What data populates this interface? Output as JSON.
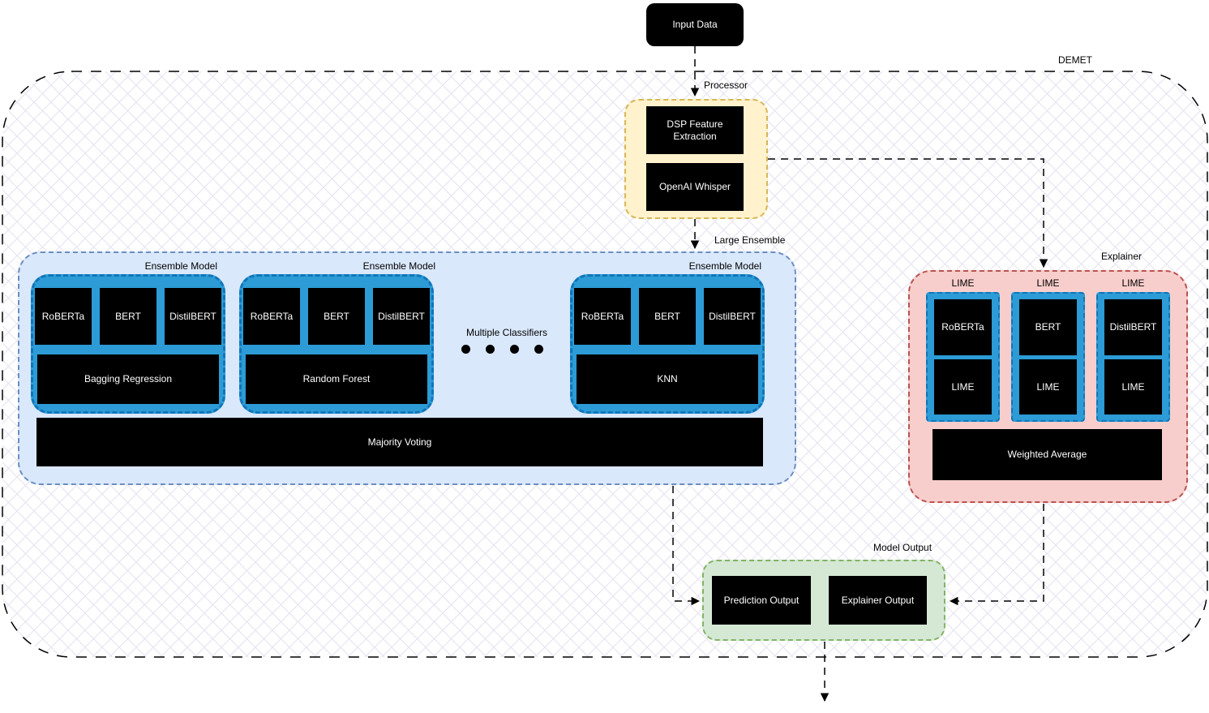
{
  "demet_label": "DEMET",
  "input": {
    "label": "Input Data"
  },
  "processor": {
    "label": "Processor",
    "boxes": [
      "DSP Feature Extraction",
      "OpenAI Whisper"
    ]
  },
  "ensemble": {
    "label": "Large Ensemble",
    "models": [
      {
        "label": "Ensemble Model",
        "classifiers": [
          "RoBERTa",
          "BERT",
          "DistilBERT"
        ],
        "aggregator": "Bagging Regression"
      },
      {
        "label": "Ensemble Model",
        "classifiers": [
          "RoBERTa",
          "BERT",
          "DistilBERT"
        ],
        "aggregator": "Random Forest"
      },
      {
        "label": "Ensemble Model",
        "classifiers": [
          "RoBERTa",
          "BERT",
          "DistilBERT"
        ],
        "aggregator": "KNN"
      }
    ],
    "more": {
      "label": "Multiple Classifiers",
      "dot_count": 4
    },
    "voting_label": "Majority Voting"
  },
  "explainer": {
    "label": "Explainer",
    "columns": [
      {
        "header": "LIME",
        "model": "RoBERTa",
        "method": "LIME"
      },
      {
        "header": "LIME",
        "model": "BERT",
        "method": "LIME"
      },
      {
        "header": "LIME",
        "model": "DistilBERT",
        "method": "LIME"
      }
    ],
    "aggregator_label": "Weighted Average"
  },
  "output": {
    "label": "Model Output",
    "boxes": [
      "Prediction Output",
      "Explainer Output"
    ]
  },
  "edges": [
    "Input Data -> Processor",
    "Processor -> Large Ensemble",
    "Processor -> Explainer",
    "Large Ensemble -> Model Output",
    "Explainer -> Model Output",
    "Model Output -> out"
  ],
  "colors": {
    "node_fill": "#000000",
    "node_text": "#FFFFFF",
    "processor_fill": "#FFF2CC",
    "processor_border": "#D6B656",
    "ensemble_fill": "#DAE8FC",
    "ensemble_border": "#6C8EBF",
    "model_fill": "#2C9BD6",
    "model_border": "#1075B8",
    "explainer_fill": "#F8CECC",
    "explainer_border": "#B85450",
    "output_fill": "#D5E8D4",
    "output_border": "#82B366",
    "hatch_line": "#E8E5F2",
    "connector": "#000000"
  }
}
